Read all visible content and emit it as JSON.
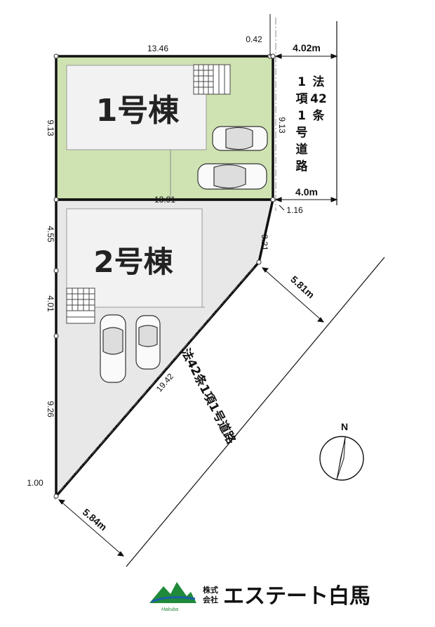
{
  "lots": {
    "lot1": {
      "label": "1号棟",
      "color": "#cfe3b2"
    },
    "lot2": {
      "label": "2号棟",
      "color": "#e8e8e8"
    }
  },
  "dimensions": {
    "top_width": "13.46",
    "top_right_offset": "0.42",
    "lot1_height_left": "9.13",
    "lot1_height_right": "9.13",
    "middle_width": "13.91",
    "right_corner": "1.16",
    "chamfer": "3.21",
    "lot2_upper": "4.55",
    "lot2_middle": "4.01",
    "lot2_lower": "9.26",
    "diagonal_length": "19.42",
    "bottom_corner": "1.00"
  },
  "roads": {
    "east_road_width_top": "4.02m",
    "east_road_width_bottom": "4.0m",
    "east_road_label": [
      "法",
      "42",
      "条",
      "1",
      "項",
      "1",
      "号",
      "道",
      "路"
    ],
    "diagonal_road_width_top": "5.81m",
    "diagonal_road_width_bottom": "5.84m",
    "diagonal_road_label": "法42条1項1号道路"
  },
  "compass": {
    "label": "N"
  },
  "company": {
    "prefix_top": "株式",
    "prefix_bottom": "会社",
    "name": "エステート白馬",
    "logo_tag": "Hakuba"
  },
  "colors": {
    "outline": "#111111",
    "green_lot": "#cfe3b2",
    "gray_lot": "#e8e8e8",
    "logo_green": "#1f8a3a",
    "logo_blue": "#1d5fa8"
  }
}
